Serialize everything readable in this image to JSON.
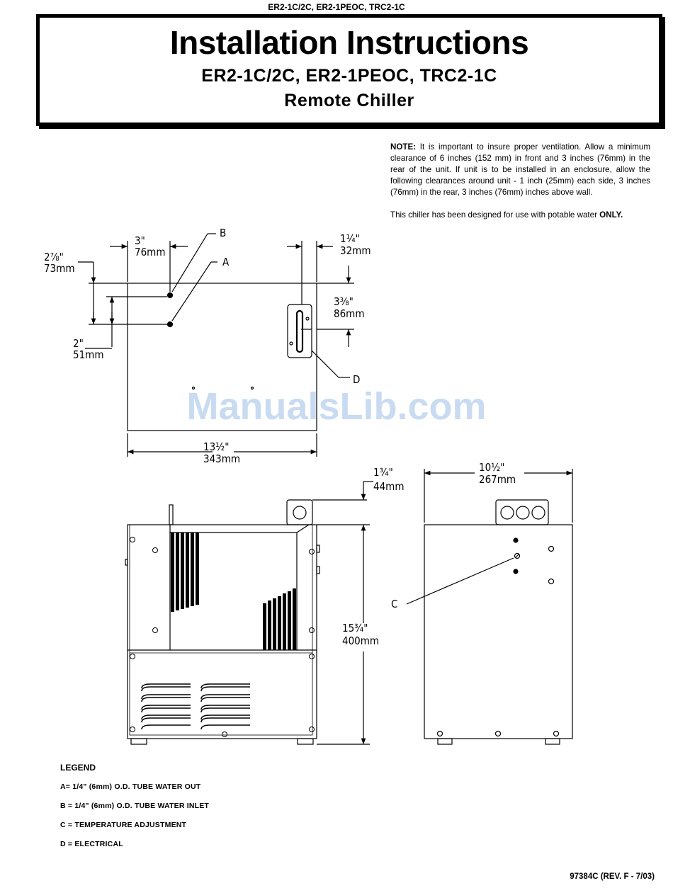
{
  "header": {
    "model_codes": "ER2-1C/2C, ER2-1PEOC, TRC2-1C"
  },
  "title_box": {
    "title": "Installation Instructions",
    "models": "ER2-1C/2C, ER2-1PEOC, TRC2-1C",
    "product": "Remote Chiller"
  },
  "notes": {
    "note_label": "NOTE:",
    "note_text": " It is important to insure proper ventilation.  Allow a minimum clearance of 6 inches (152 mm) in front and 3 inches (76mm) in the rear of the unit.  If unit is to be installed in an enclosure, allow the following clearances around unit - 1 inch (25mm) each side, 3 inches (76mm) in the rear, 3 inches (76mm) inches above wall.",
    "potable_text": "This chiller has been designed for use with potable water ",
    "potable_emphasis": "ONLY."
  },
  "watermark": "ManualsLib.com",
  "drawing": {
    "labels": {
      "a": "A",
      "b": "B",
      "c": "C",
      "d": "D"
    },
    "dims": {
      "top_offset_in": "3\"",
      "top_offset_mm": "76mm",
      "left_top_in": "2⅞\"",
      "left_top_mm": "73mm",
      "left_bottom_in": "2\"",
      "left_bottom_mm": "51mm",
      "right_offset_in": "1¼\"",
      "right_offset_mm": "32mm",
      "right_height_in": "3⅜\"",
      "right_height_mm": "86mm",
      "width_in": "13½\"",
      "width_mm": "343mm",
      "box_height_in": "1¾\"",
      "box_height_mm": "44mm",
      "height_in": "15¾\"",
      "height_mm": "400mm",
      "depth_in": "10½\"",
      "depth_mm": "267mm"
    }
  },
  "legend": {
    "title": "LEGEND",
    "items": [
      "A= 1/4\" (6mm) O.D. TUBE WATER OUT",
      "B = 1/4\" (6mm) O.D. TUBE WATER INLET",
      "C = TEMPERATURE ADJUSTMENT",
      "D = ELECTRICAL"
    ]
  },
  "footer": {
    "doc_code": "97384C (REV. F - 7/03)"
  }
}
